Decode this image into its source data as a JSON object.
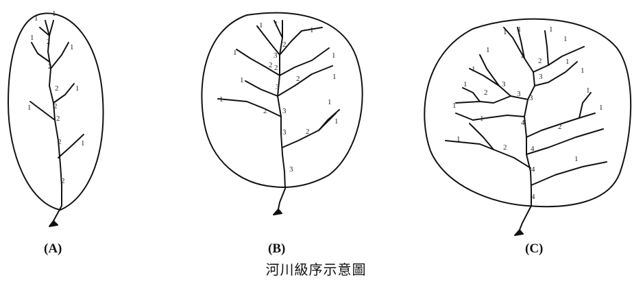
{
  "figure": {
    "caption": "河川級序示意圖",
    "panels": [
      {
        "id": "A",
        "label": "(A)",
        "max_order": "2",
        "order_labels": [
          "1",
          "1",
          "1",
          "1",
          "1",
          "1",
          "1",
          "2",
          "2",
          "2",
          "2",
          "2",
          "2",
          "2"
        ]
      },
      {
        "id": "B",
        "label": "(B)",
        "max_order": "3",
        "order_labels": [
          "1",
          "1",
          "1",
          "1",
          "1",
          "1",
          "1",
          "1",
          "1",
          "1",
          "2",
          "2",
          "2",
          "2",
          "2",
          "2",
          "3",
          "3",
          "3",
          "3",
          "3"
        ]
      },
      {
        "id": "C",
        "label": "(C)",
        "max_order": "4",
        "order_labels": [
          "1",
          "1",
          "1",
          "1",
          "1",
          "1",
          "1",
          "1",
          "1",
          "1",
          "1",
          "1",
          "1",
          "1",
          "1",
          "2",
          "2",
          "2",
          "2",
          "2",
          "3",
          "3",
          "3",
          "3",
          "4",
          "4",
          "4",
          "4"
        ]
      }
    ]
  }
}
